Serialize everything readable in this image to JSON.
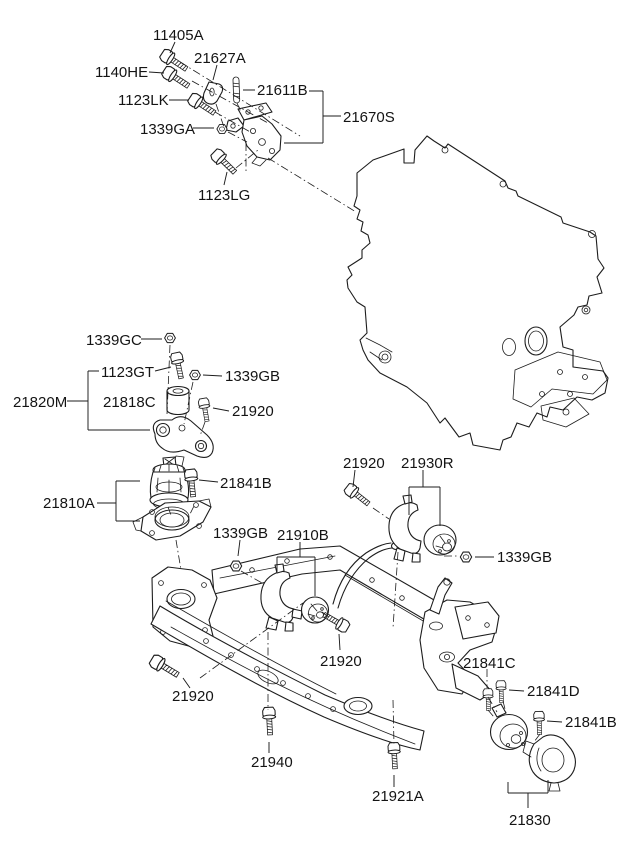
{
  "diagram": {
    "colors": {
      "background": "#ffffff",
      "line": "#1d1d1d",
      "text": "#141414"
    },
    "labels": [
      {
        "id": "11405A",
        "text": "11405A"
      },
      {
        "id": "1140HE",
        "text": "1140HE"
      },
      {
        "id": "21627A",
        "text": "21627A"
      },
      {
        "id": "1123LK",
        "text": "1123LK"
      },
      {
        "id": "21611B",
        "text": "21611B"
      },
      {
        "id": "21670S",
        "text": "21670S"
      },
      {
        "id": "1339GA",
        "text": "1339GA"
      },
      {
        "id": "1123LG",
        "text": "1123LG"
      },
      {
        "id": "1339GC",
        "text": "1339GC"
      },
      {
        "id": "1123GT",
        "text": "1123GT"
      },
      {
        "id": "1339GB-1",
        "text": "1339GB"
      },
      {
        "id": "21820M",
        "text": "21820M"
      },
      {
        "id": "21818C",
        "text": "21818C"
      },
      {
        "id": "21920-1",
        "text": "21920"
      },
      {
        "id": "21841B-1",
        "text": "21841B"
      },
      {
        "id": "21810A",
        "text": "21810A"
      },
      {
        "id": "1339GB-2",
        "text": "1339GB"
      },
      {
        "id": "21910B",
        "text": "21910B"
      },
      {
        "id": "21920-2",
        "text": "21920"
      },
      {
        "id": "21930R",
        "text": "21930R"
      },
      {
        "id": "1339GB-3",
        "text": "1339GB"
      },
      {
        "id": "21920-3",
        "text": "21920"
      },
      {
        "id": "21920-4",
        "text": "21920"
      },
      {
        "id": "21940",
        "text": "21940"
      },
      {
        "id": "21921A",
        "text": "21921A"
      },
      {
        "id": "21841C",
        "text": "21841C"
      },
      {
        "id": "21841D",
        "text": "21841D"
      },
      {
        "id": "21841B-2",
        "text": "21841B"
      },
      {
        "id": "21830",
        "text": "21830"
      }
    ]
  }
}
